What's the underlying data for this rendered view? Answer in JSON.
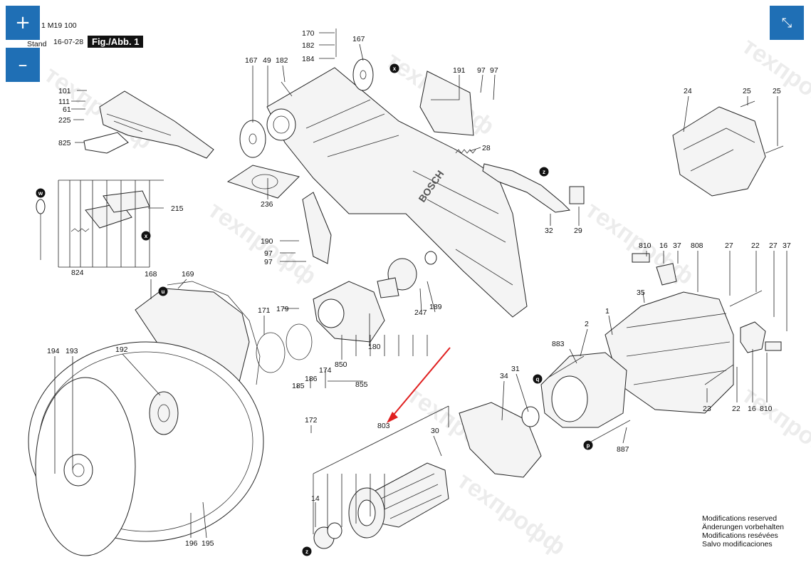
{
  "header": {
    "doc_number": "1 M19 100",
    "stand_label": "Stand",
    "date": "16-07-28",
    "fig_label": "Fig./Abb. 1"
  },
  "controls": {
    "zoom_in": "+",
    "zoom_out": "–",
    "fit": "⤡"
  },
  "modifications": [
    "Modifications reserved",
    "Änderungen vorbehalten",
    "Modifications resévées",
    "Salvo modificaciones"
  ],
  "watermark": "техпрофф",
  "callouts": [
    "170",
    "182",
    "184",
    "167",
    "167",
    "49",
    "182",
    "191",
    "97",
    "97",
    "101",
    "111",
    "61",
    "225",
    "825",
    "28",
    "24",
    "25",
    "25",
    "236",
    "215",
    "190",
    "97",
    "97",
    "32",
    "29",
    "810",
    "16",
    "37",
    "808",
    "27",
    "22",
    "27",
    "37",
    "824",
    "168",
    "169",
    "171",
    "179",
    "189",
    "247",
    "180",
    "35",
    "1",
    "2",
    "883",
    "850",
    "174",
    "186",
    "185",
    "855",
    "194",
    "193",
    "192",
    "172",
    "34",
    "31",
    "803",
    "30",
    "23",
    "22",
    "16",
    "810",
    "887",
    "14",
    "196",
    "195"
  ],
  "marks": [
    "x",
    "x",
    "w",
    "u",
    "z",
    "q",
    "p",
    "z"
  ],
  "arrow_color": "#e02020",
  "accent_color": "#1f6fb5"
}
